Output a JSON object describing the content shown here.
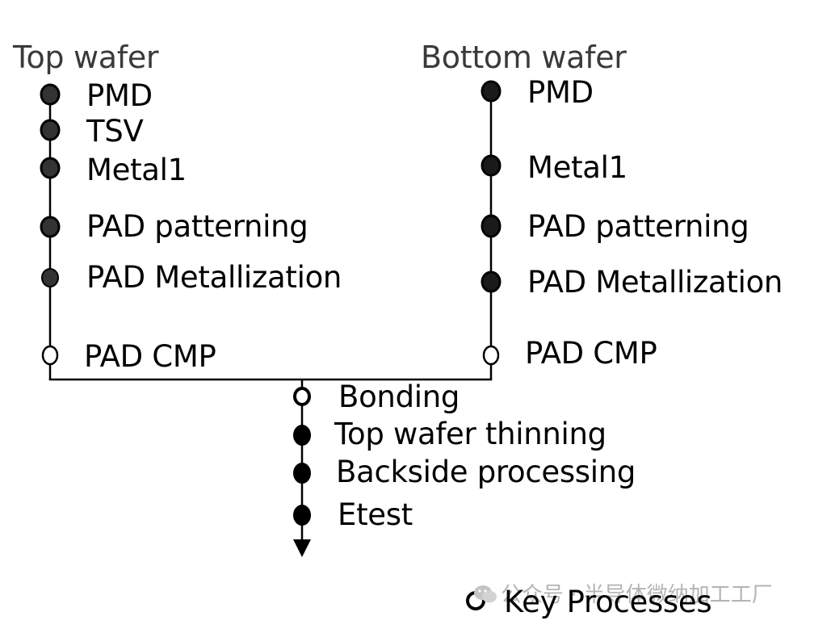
{
  "colors": {
    "line": "#000000",
    "filled_marker": "#1a1a1a",
    "top_marker": "#333333",
    "open_marker_fill": "#ffffff",
    "header_text": "#3a3a3a",
    "watermark": "#b4b4b4"
  },
  "top_wafer": {
    "title": "Top wafer",
    "steps": [
      {
        "label": "PMD",
        "key": false
      },
      {
        "label": "TSV",
        "key": false
      },
      {
        "label": "Metal1",
        "key": false
      },
      {
        "label": "PAD patterning",
        "key": false
      },
      {
        "label": "PAD Metallization",
        "key": false
      },
      {
        "label": "PAD CMP",
        "key": true
      }
    ]
  },
  "bottom_wafer": {
    "title": "Bottom wafer",
    "steps": [
      {
        "label": "PMD",
        "key": false
      },
      {
        "label": "Metal1",
        "key": false
      },
      {
        "label": "PAD patterning",
        "key": false
      },
      {
        "label": "PAD Metallization",
        "key": false
      },
      {
        "label": "PAD CMP",
        "key": true
      }
    ]
  },
  "merged": {
    "steps": [
      {
        "label": "Bonding",
        "key": true
      },
      {
        "label": "Top wafer thinning",
        "key": false
      },
      {
        "label": "Backside processing",
        "key": false
      },
      {
        "label": "Etest",
        "key": false
      }
    ]
  },
  "legend": {
    "key_label": "Key Processes",
    "icon": "hollow-circle-icon"
  },
  "watermark": {
    "text": "公众号 · 半导体微纳加工工厂",
    "icon": "wechat-icon"
  }
}
